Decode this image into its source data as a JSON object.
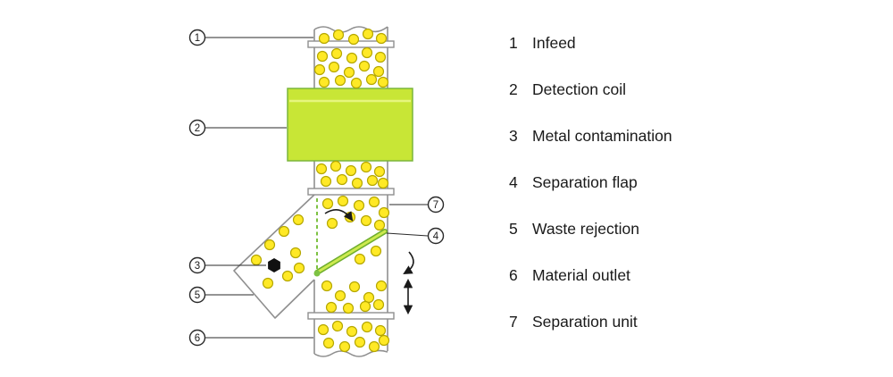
{
  "colors": {
    "ink": "#1a1a1a",
    "pipe_stroke": "#8f8f8f",
    "coil_fill": "#c8e636",
    "coil_stroke": "#7ab53c",
    "coil_stripe": "#e6f57e",
    "dot_fill": "#ffe926",
    "dot_stroke": "#b5a700",
    "flap_dark": "#6fae2d",
    "flap_light": "#cdea4f",
    "dash_green": "#7dc243"
  },
  "legend": {
    "items": [
      {
        "num": "1",
        "label": "Infeed"
      },
      {
        "num": "2",
        "label": "Detection coil"
      },
      {
        "num": "3",
        "label": "Metal contamination"
      },
      {
        "num": "4",
        "label": "Separation flap"
      },
      {
        "num": "5",
        "label": "Waste rejection"
      },
      {
        "num": "6",
        "label": "Material outlet"
      },
      {
        "num": "7",
        "label": "Separation unit"
      }
    ]
  }
}
